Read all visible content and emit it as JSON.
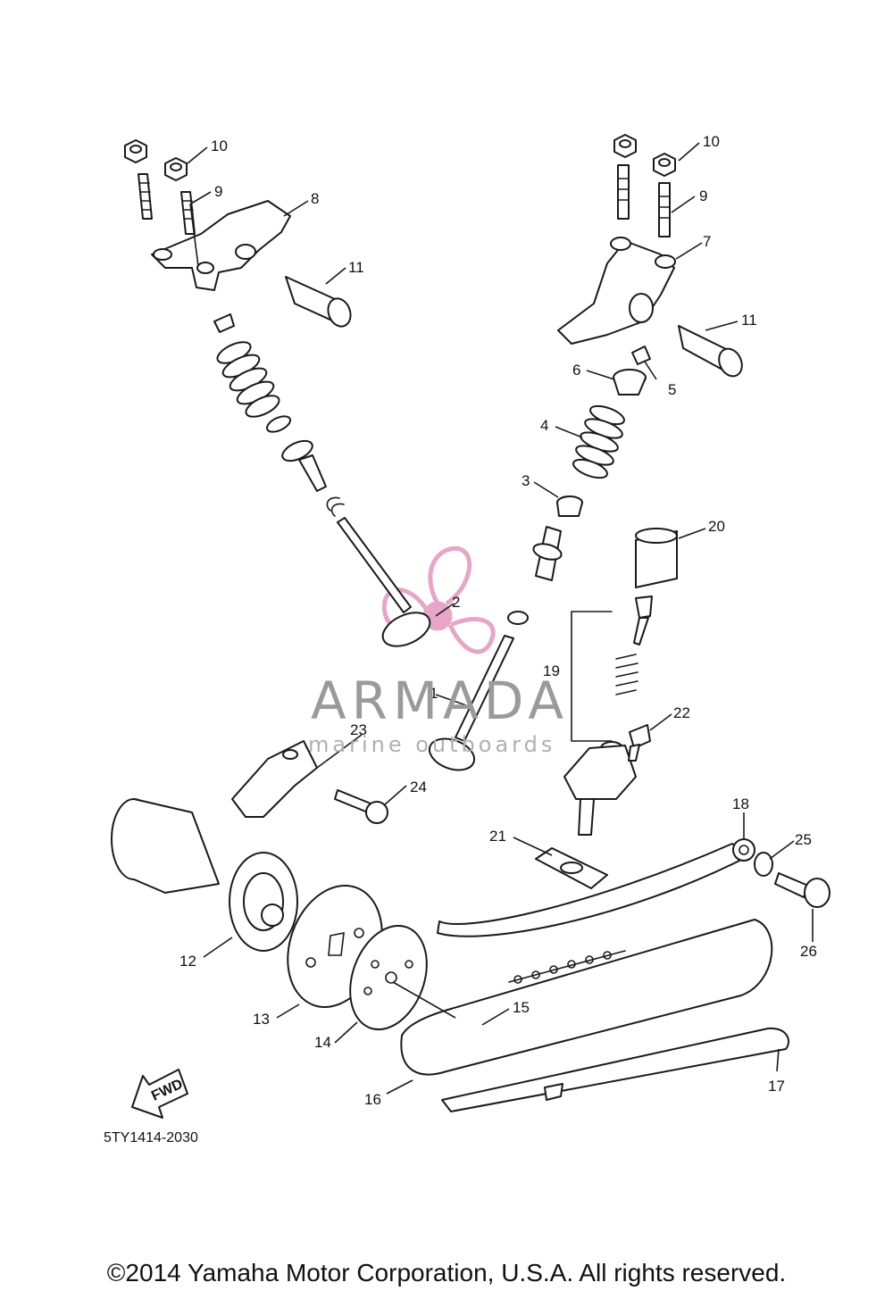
{
  "callouts": {
    "c1": "1",
    "c2": "2",
    "c3": "3",
    "c4": "4",
    "c5": "5",
    "c6": "6",
    "c7": "7",
    "c8": "8",
    "c9a": "9",
    "c9b": "9",
    "c10a": "10",
    "c10b": "10",
    "c11a": "11",
    "c11b": "11",
    "c12": "12",
    "c13": "13",
    "c14": "14",
    "c15": "15",
    "c16": "16",
    "c17": "17",
    "c18": "18",
    "c19": "19",
    "c20": "20",
    "c21": "21",
    "c22": "22",
    "c23": "23",
    "c24": "24",
    "c25": "25",
    "c26": "26"
  },
  "watermark": {
    "brand": "ARMADA",
    "tagline": "marine outboards",
    "logo_color": "#e7a6c8"
  },
  "fwd_label": "FWD",
  "diagram_code": "5TY1414-2030",
  "copyright": "©2014 Yamaha Motor Corporation, U.S.A. All rights reserved."
}
